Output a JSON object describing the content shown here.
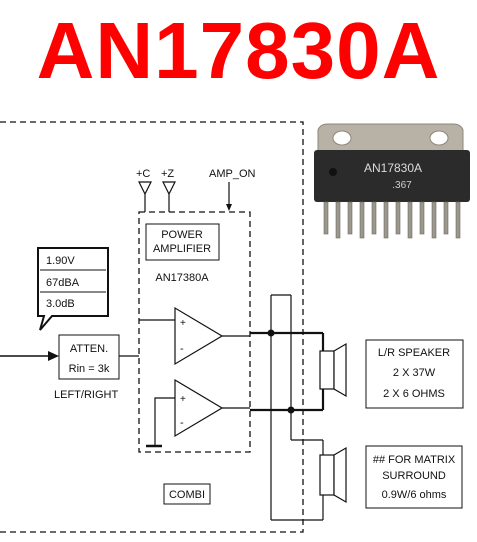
{
  "title": "AN17830A",
  "colors": {
    "title": "#ff0000",
    "line": "#111111",
    "chip_body": "#2b2b2b",
    "chip_tab": "#b8b2a6"
  },
  "chip_photo": {
    "marking_line1": "AN17830A",
    "marking_line2": ".367"
  },
  "supply_labels": {
    "c": "+C",
    "z": "+Z",
    "amp_on": "AMP_ON"
  },
  "power_amp": {
    "line1": "POWER",
    "line2": "AMPLIFIER",
    "part": "AN17380A"
  },
  "callout": {
    "line1": "1.90V",
    "line2": "67dBA",
    "line3": "3.0dB"
  },
  "atten": {
    "line1": "ATTEN.",
    "line2": "Rin = 3k",
    "caption": "LEFT/RIGHT"
  },
  "amp_signs": {
    "plus": "+",
    "minus": "-"
  },
  "combi": "COMBI",
  "speaker1": {
    "line1": "L/R SPEAKER",
    "line2": "2 X 37W",
    "line3": "2 X 6 OHMS"
  },
  "speaker2": {
    "line1": "## FOR MATRIX",
    "line2": "SURROUND",
    "line3": "0.9W/6 ohms"
  }
}
